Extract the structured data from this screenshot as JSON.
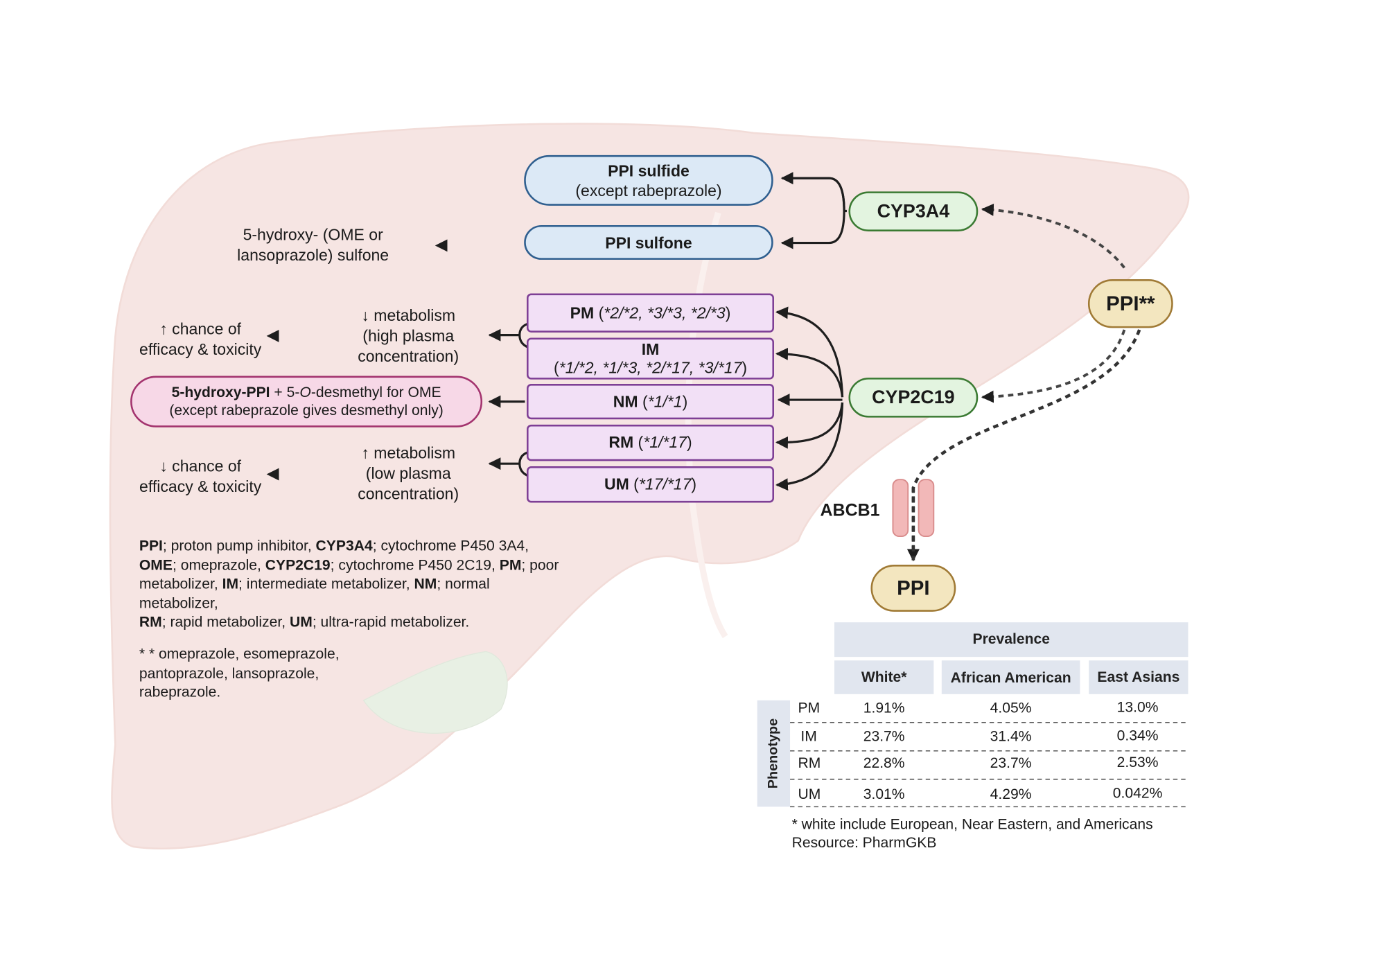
{
  "nodes": {
    "ppi_sulfide_title": "PPI sulfide",
    "ppi_sulfide_sub": "(except rabeprazole)",
    "ppi_sulfone": "PPI sulfone",
    "cyp3a4": "CYP3A4",
    "cyp2c19": "CYP2C19",
    "ppi_source": "PPI**",
    "ppi_target": "PPI",
    "abcb1": "ABCB1",
    "hydroxy_sulfone_line1": "5-hydroxy- (OME or",
    "hydroxy_sulfone_line2": "lansoprazole) sulfone"
  },
  "phenotypes": {
    "pm": {
      "abbr": "PM",
      "alleles": "*2/*2, *3/*3, *2/*3"
    },
    "im": {
      "abbr": "IM",
      "alleles": "*1/*2, *1/*3, *2/*17, *3/*17"
    },
    "nm": {
      "abbr": "NM",
      "alleles": "*1/*1"
    },
    "rm": {
      "abbr": "RM",
      "alleles": "*1/*17"
    },
    "um": {
      "abbr": "UM",
      "alleles": "*17/*17"
    }
  },
  "outcomes": {
    "low_metab_line1": "↓ metabolism",
    "low_metab_line2": "(high plasma",
    "low_metab_line3": "concentration)",
    "up_chance_line1": "↑ chance of",
    "up_chance_line2": "efficacy & toxicity",
    "high_metab_line1": "↑ metabolism",
    "high_metab_line2": "(low plasma",
    "high_metab_line3": "concentration)",
    "down_chance_line1": "↓ chance of",
    "down_chance_line2": "efficacy & toxicity",
    "hydroxy_bold": "5-hydroxy-PPI",
    "hydroxy_plus": " + 5-",
    "hydroxy_o": "O",
    "hydroxy_rest": "-desmethyl for OME",
    "hydroxy_sub": "(except rabeprazole gives desmethyl only)"
  },
  "legend": {
    "abbrev": [
      {
        "term": "PPI",
        "desc": "; proton pump inhibitor, "
      },
      {
        "term": "CYP3A4",
        "desc": "; cytochrome P450 3A4, "
      },
      {
        "term": "OME",
        "desc": "; omeprazole, "
      },
      {
        "term": "CYP2C19",
        "desc": "; cytochrome P450 2C19, "
      },
      {
        "term": "PM",
        "desc": "; poor metabolizer, "
      },
      {
        "term": "IM",
        "desc": "; intermediate metabolizer, "
      },
      {
        "term": "NM",
        "desc": "; normal metabolizer, "
      },
      {
        "term": "RM",
        "desc": "; rapid metabolizer, "
      },
      {
        "term": "UM",
        "desc": "; ultra-rapid metabolizer."
      }
    ],
    "footnote_line1": "* * omeprazole, esomeprazole,",
    "footnote_line2": "pantoprazole, lansoprazole,",
    "footnote_line3": "rabeprazole."
  },
  "table": {
    "title": "Prevalence",
    "row_axis_label": "Phenotype",
    "columns": [
      "White*",
      "African American",
      "East Asians"
    ],
    "rows": [
      {
        "phenotype": "PM",
        "values": [
          "1.91%",
          "4.05%",
          "13.0%"
        ]
      },
      {
        "phenotype": "IM",
        "values": [
          "23.7%",
          "31.4%",
          "0.34%"
        ]
      },
      {
        "phenotype": "RM",
        "values": [
          "22.8%",
          "23.7%",
          "2.53%"
        ]
      },
      {
        "phenotype": "UM",
        "values": [
          "3.01%",
          "4.29%",
          "0.042%"
        ]
      }
    ],
    "note": "* white include European, Near Eastern, and Americans",
    "resource": "Resource: PharmGKB"
  },
  "colors": {
    "liver": "#f6e5e3",
    "blue_box": "#dce9f6",
    "green_box": "#e3f4e0",
    "purple_box": "#f2e0f6",
    "pink_box": "#f7d8e7",
    "tan_box": "#f3e6bf",
    "table_header": "#e1e6ef"
  }
}
